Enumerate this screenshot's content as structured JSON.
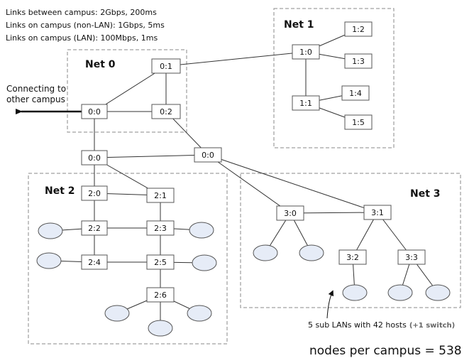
{
  "legend": {
    "line1": "Links between campus: 2Gbps, 200ms",
    "line2": "Links on campus (non-LAN): 1Gbps, 5ms",
    "line3": "Links on campus (LAN): 100Mbps, 1ms"
  },
  "groups": {
    "net0": "Net 0",
    "net1": "Net 1",
    "net2": "Net 2",
    "net3": "Net 3"
  },
  "connecting": {
    "line1": "Connecting to",
    "line2": "other campus"
  },
  "nodes": {
    "n0_1": "0:1",
    "n0_0": "0:0",
    "n0_2": "0:2",
    "n1_0": "1:0",
    "n1_1": "1:1",
    "n1_2": "1:2",
    "n1_3": "1:3",
    "n1_4": "1:4",
    "n1_5": "1:5",
    "n2_up": "0:0",
    "n3_up": "0:0",
    "n2_0": "2:0",
    "n2_1": "2:1",
    "n2_2": "2:2",
    "n2_3": "2:3",
    "n2_4": "2:4",
    "n2_5": "2:5",
    "n2_6": "2:6",
    "n3_0": "3:0",
    "n3_1": "3:1",
    "n3_2": "3:2",
    "n3_3": "3:3"
  },
  "note": {
    "text": "5 sub LANs with 42 hosts",
    "extra": "(+1 switch)"
  },
  "footer": "nodes per campus = 538",
  "colors": {
    "lan": "#e6ecf7",
    "line": "#333333",
    "box_border": "#555555",
    "group_border": "#888888",
    "note_extra": "#666666"
  }
}
